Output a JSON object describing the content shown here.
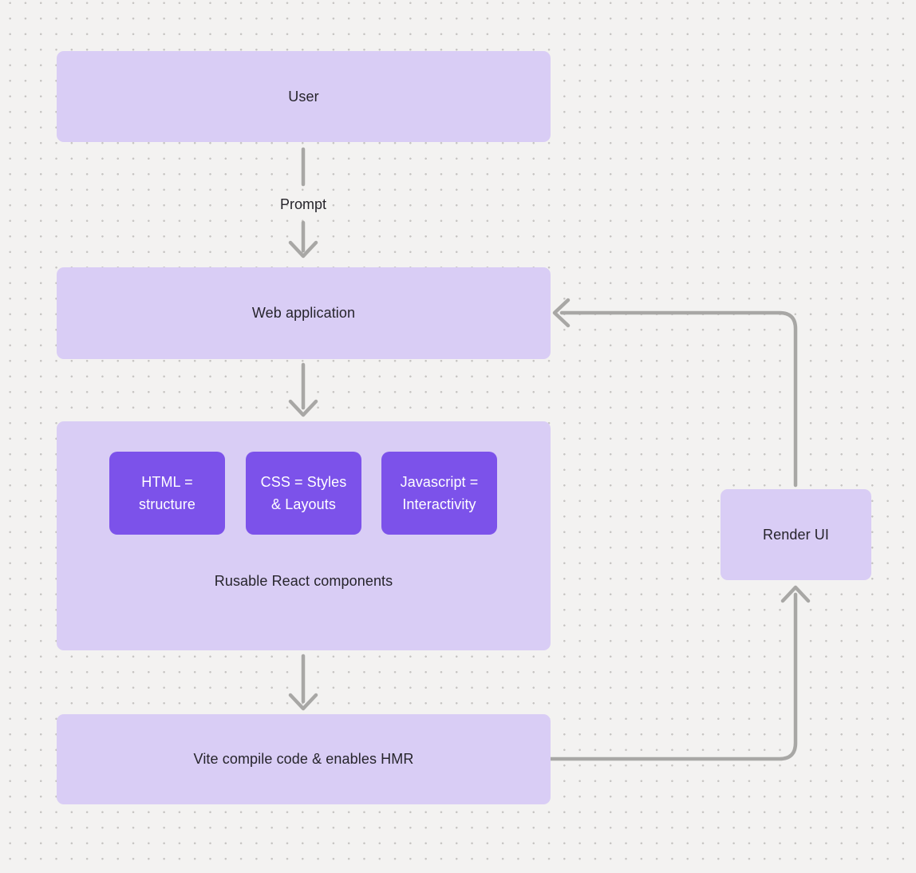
{
  "colors": {
    "background": "#f3f2f1",
    "dot": "#c6c4c2",
    "node_fill": "#d9cdf5",
    "inner_fill": "#7c52ea",
    "arrow": "#a8a7a5",
    "text_dark": "#26242b",
    "text_light": "#ffffff"
  },
  "nodes": {
    "user": {
      "label": "User"
    },
    "web_application": {
      "label": "Web application"
    },
    "components": {
      "caption": "Rusable React components",
      "items": [
        {
          "line1": "HTML =",
          "line2": "structure"
        },
        {
          "line1": "CSS = Styles",
          "line2": "& Layouts"
        },
        {
          "line1": "Javascript =",
          "line2": "Interactivity"
        }
      ]
    },
    "vite": {
      "label": "Vite compile code & enables HMR"
    },
    "render_ui": {
      "label": "Render UI"
    }
  },
  "edges": {
    "prompt_label": "Prompt"
  }
}
